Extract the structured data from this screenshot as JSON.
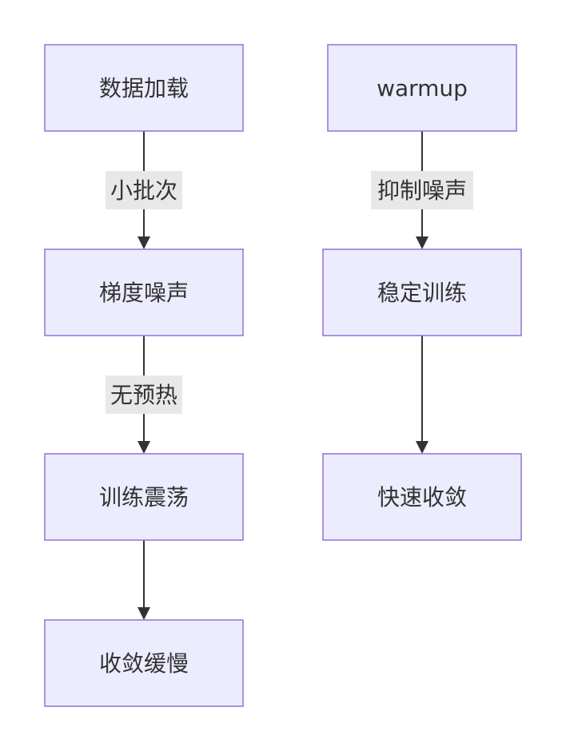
{
  "nodes": {
    "data_loading": "数据加载",
    "gradient_noise": "梯度噪声",
    "training_oscillation": "训练震荡",
    "slow_convergence": "收敛缓慢",
    "warmup": "warmup",
    "stable_training": "稳定训练",
    "fast_convergence": "快速收敛"
  },
  "edges": {
    "small_batch": "小批次",
    "no_warmup": "无预热",
    "suppress_noise": "抑制噪声"
  },
  "colors": {
    "node_fill": "#ECECFF",
    "node_stroke": "#9370DB",
    "edge": "#333333",
    "label_bg": "#E8E8E8"
  }
}
